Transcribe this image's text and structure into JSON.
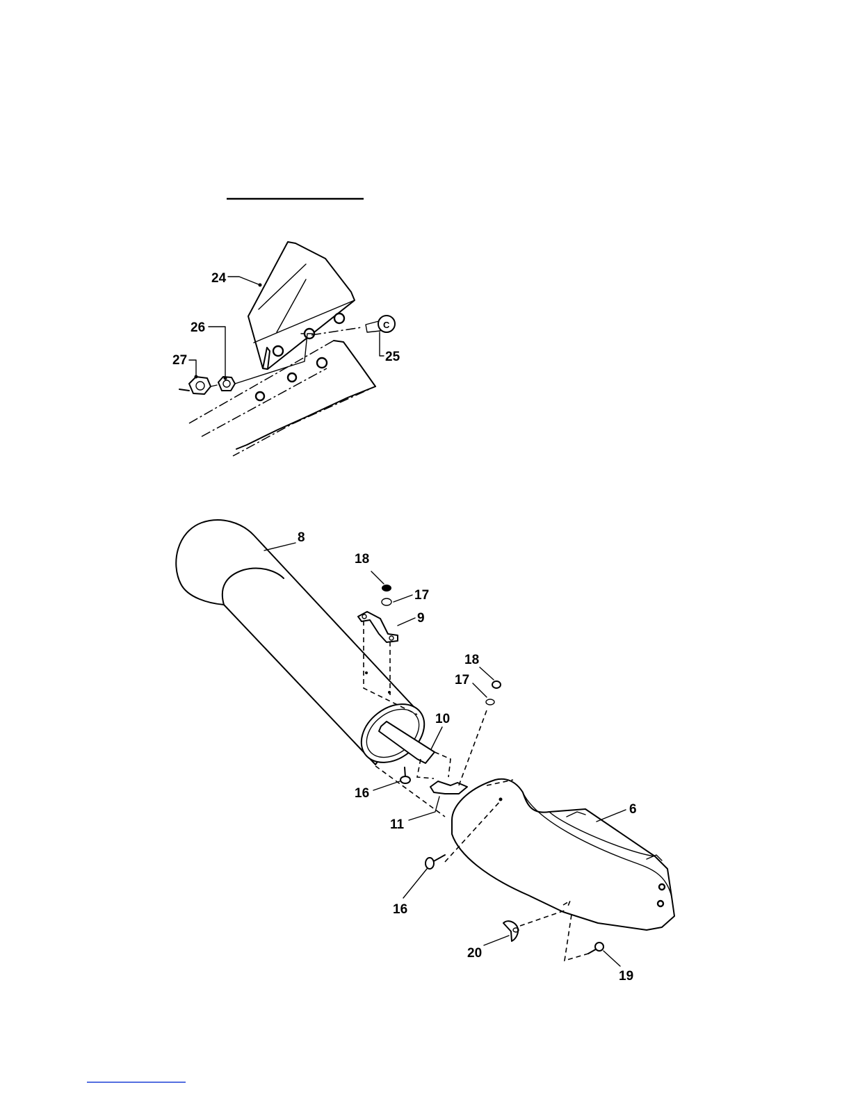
{
  "callouts": {
    "c24": "24",
    "c26": "26",
    "c27": "27",
    "c25": "25",
    "c8": "8",
    "c18a": "18",
    "c17a": "17",
    "c9": "9",
    "c18b": "18",
    "c17b": "17",
    "c10": "10",
    "c16a": "16",
    "c11": "11",
    "c6": "6",
    "c16b": "16",
    "c20": "20",
    "c19": "19"
  }
}
